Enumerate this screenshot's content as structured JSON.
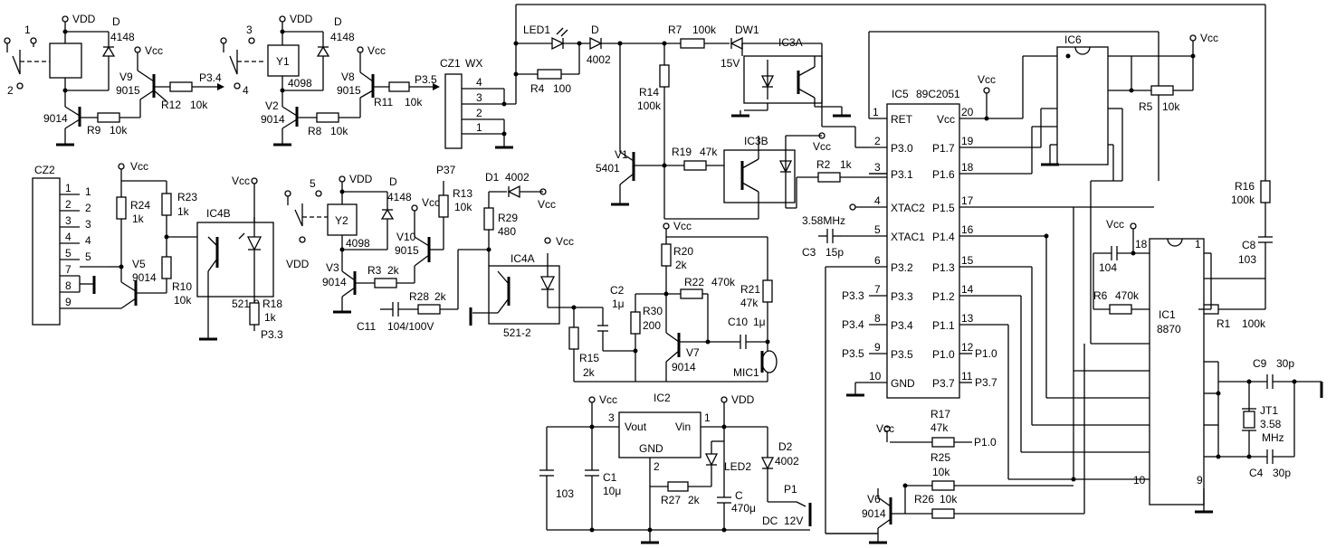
{
  "labels": {
    "vdd": "VDD",
    "vcc": "Vcc",
    "d": "D",
    "d4148": "4148",
    "t9014": "9014",
    "t9015": "9015",
    "r10k": "10k",
    "pin1": "1",
    "pin2": "2",
    "pin3": "3",
    "pin4": "4",
    "pin5": "5",
    "pin6": "6",
    "pin7": "7",
    "pin8": "8",
    "pin9": "9",
    "pin10": "10",
    "pin11": "11",
    "pin12": "12",
    "pin13": "13",
    "pin14": "14",
    "pin15": "15",
    "pin16": "16",
    "pin17": "17",
    "pin18": "18",
    "pin19": "19",
    "pin20": "20",
    "v9": "V9",
    "r12": "R12",
    "r9": "R9",
    "p34": "P3.4",
    "y1": "Y1",
    "d4098": "4098",
    "v2": "V2",
    "v8": "V8",
    "r8": "R8",
    "r11": "R11",
    "p35": "P3.5",
    "cz1": "CZ1",
    "wx": "WX",
    "led1": "LED1",
    "r4": "R4",
    "r100": "100",
    "d4002": "4002",
    "r7": "R7",
    "r100k": "100k",
    "dw1": "DW1",
    "v15": "15V",
    "ic3a": "IC3A",
    "r14": "R14",
    "v1": "V1",
    "t5401": "5401",
    "r19": "R19",
    "r47k": "47k",
    "ic3b": "IC3B",
    "r2": "R2",
    "r1k": "1k",
    "ic5": "IC5",
    "ic5part": "89C2051",
    "ic6": "IC6",
    "p_ret": "RET",
    "p_vcc": "Vcc",
    "p30": "P3.0",
    "p31": "P3.1",
    "p_xtac2": "XTAC2",
    "p_xtac1": "XTAC1",
    "p32": "P3.2",
    "p33": "P3.3",
    "p34b": "P3.4",
    "p35b": "P3.5",
    "p_gnd": "GND",
    "p17": "P1.7",
    "p16": "P1.6",
    "p15": "P1.5",
    "p14": "P1.4",
    "p13": "P1.3",
    "p12": "P1.2",
    "p11": "P1.1",
    "p10": "P1.0",
    "p37": "P3.7",
    "r5": "R5",
    "r16": "R16",
    "c8": "C8",
    "c103": "103",
    "cz2": "CZ2",
    "r24": "R24",
    "r23": "R23",
    "ic4b": "IC4B",
    "p521": "521-2",
    "v5": "V5",
    "r10": "R10",
    "r18": "R18",
    "p33b": "P3.3",
    "y2": "Y2",
    "v10": "V10",
    "v3": "V3",
    "r3": "R3",
    "r2k": "2k",
    "r13": "R13",
    "p37b": "P37",
    "c11": "C11",
    "c11v": "104/100V",
    "r28": "R28",
    "d1": "D1",
    "r29": "R29",
    "r480": "480",
    "ic4a": "IC4A",
    "r20": "R20",
    "r22": "R22",
    "r470k": "470k",
    "r21": "R21",
    "c2": "C2",
    "c1u": "1μ",
    "r30": "R30",
    "r200": "200",
    "c10": "C10",
    "v7": "V7",
    "r15": "R15",
    "mic1": "MIC1",
    "xtal": "3.58MHz",
    "c3": "C3",
    "c15p": "15p",
    "c104": "104",
    "r6": "R6",
    "ic1": "IC1",
    "ic1part": "8870",
    "r1": "R1",
    "c9": "C9",
    "c30p": "30p",
    "jt1": "JT1",
    "j358": "3.58",
    "mhz": "MHz",
    "c4": "C4",
    "ic2": "IC2",
    "vout": "Vout",
    "vin": "Vin",
    "gnd": "GND",
    "c1": "C1",
    "c10u": "10μ",
    "led2": "LED2",
    "r27": "R27",
    "c": "C",
    "c470u": "470μ",
    "d2": "D2",
    "p1": "P1",
    "dc": "DC",
    "v12": "12V",
    "r17": "R17",
    "r25": "R25",
    "r26": "R26",
    "v6": "V6",
    "p10b": "P1.0"
  }
}
